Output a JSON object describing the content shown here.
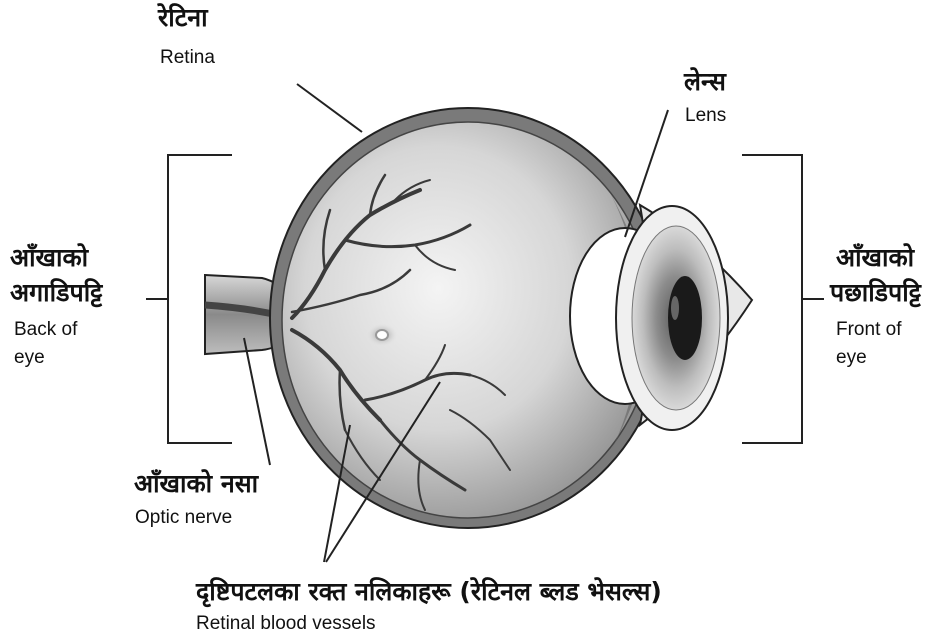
{
  "labels": {
    "retina": {
      "ne": "रेटिना",
      "en": "Retina"
    },
    "lens": {
      "ne": "लेन्स",
      "en": "Lens"
    },
    "back_of_eye": {
      "ne_line1": "आँखाको",
      "ne_line2": "अगाडिपट्टि",
      "en_line1": "Back of",
      "en_line2": "eye"
    },
    "front_of_eye": {
      "ne_line1": "आँखाको",
      "ne_line2": "पछाडिपट्टि",
      "en_line1": "Front of",
      "en_line2": "eye"
    },
    "optic_nerve": {
      "ne": "आँखाको नसा",
      "en": "Optic nerve"
    },
    "retinal_blood_vessels": {
      "ne": "दृष्टिपटलका रक्त नलिकाहरू (रेटिनल ब्लड भेसल्स)",
      "en": "Retinal blood vessels"
    }
  },
  "colors": {
    "outline": "#222222",
    "sclera_dark": "#6f6f6f",
    "eyeball_mid": "#b8b8b8",
    "eyeball_light": "#f2f2f2",
    "vessel": "#3a3a3a",
    "iris": "#9a9a9a",
    "pupil": "#1a1a1a"
  }
}
